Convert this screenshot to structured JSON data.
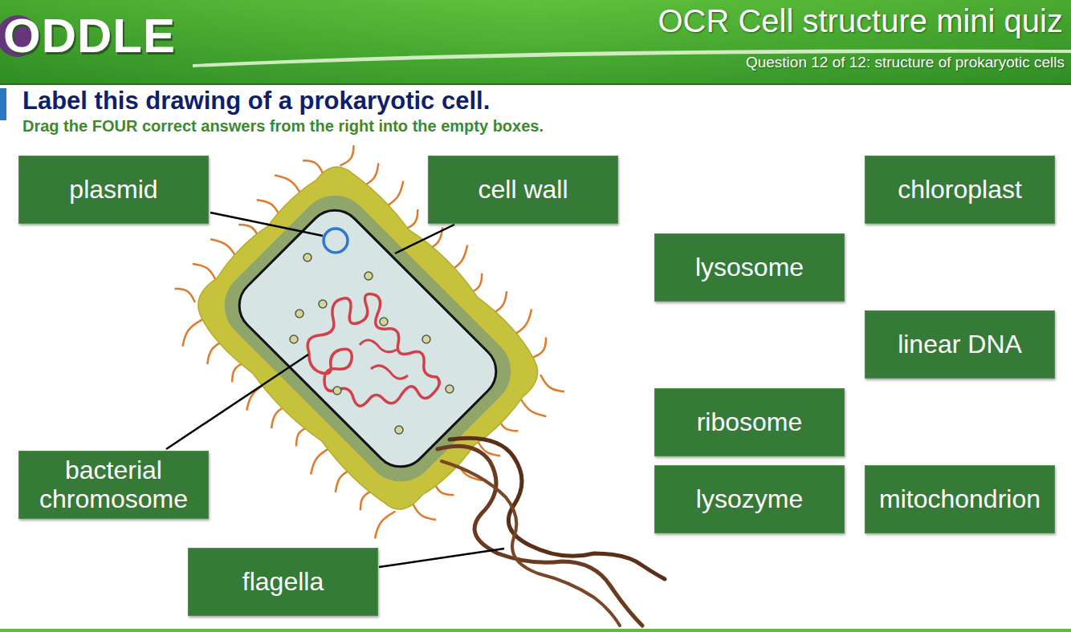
{
  "diagram": {
    "title": "Label this drawing of a prokaryotic cell.",
    "nodes": [
      {
        "text": [
          "plasmid"
        ]
      },
      {
        "text": [
          "cell wall"
        ]
      },
      {
        "text": [
          "chloroplast"
        ]
      },
      {
        "text": [
          "lysosome"
        ]
      },
      {
        "text": [
          "linear DNA"
        ]
      },
      {
        "text": [
          "ribosome"
        ]
      },
      {
        "text": [
          "bacterial chromosome"
        ]
      },
      {
        "text": [
          "lysozyme"
        ]
      },
      {
        "text": [
          "mitochondrion"
        ]
      },
      {
        "text": [
          "flagella"
        ]
      }
    ],
    "labels": [
      "ODDLE",
      "OCR Cell structure mini quiz",
      "Question 12 of 12: structure of prokaryotic cells",
      "Drag the FOUR correct answers from the right into the empty boxes."
    ]
  }
}
